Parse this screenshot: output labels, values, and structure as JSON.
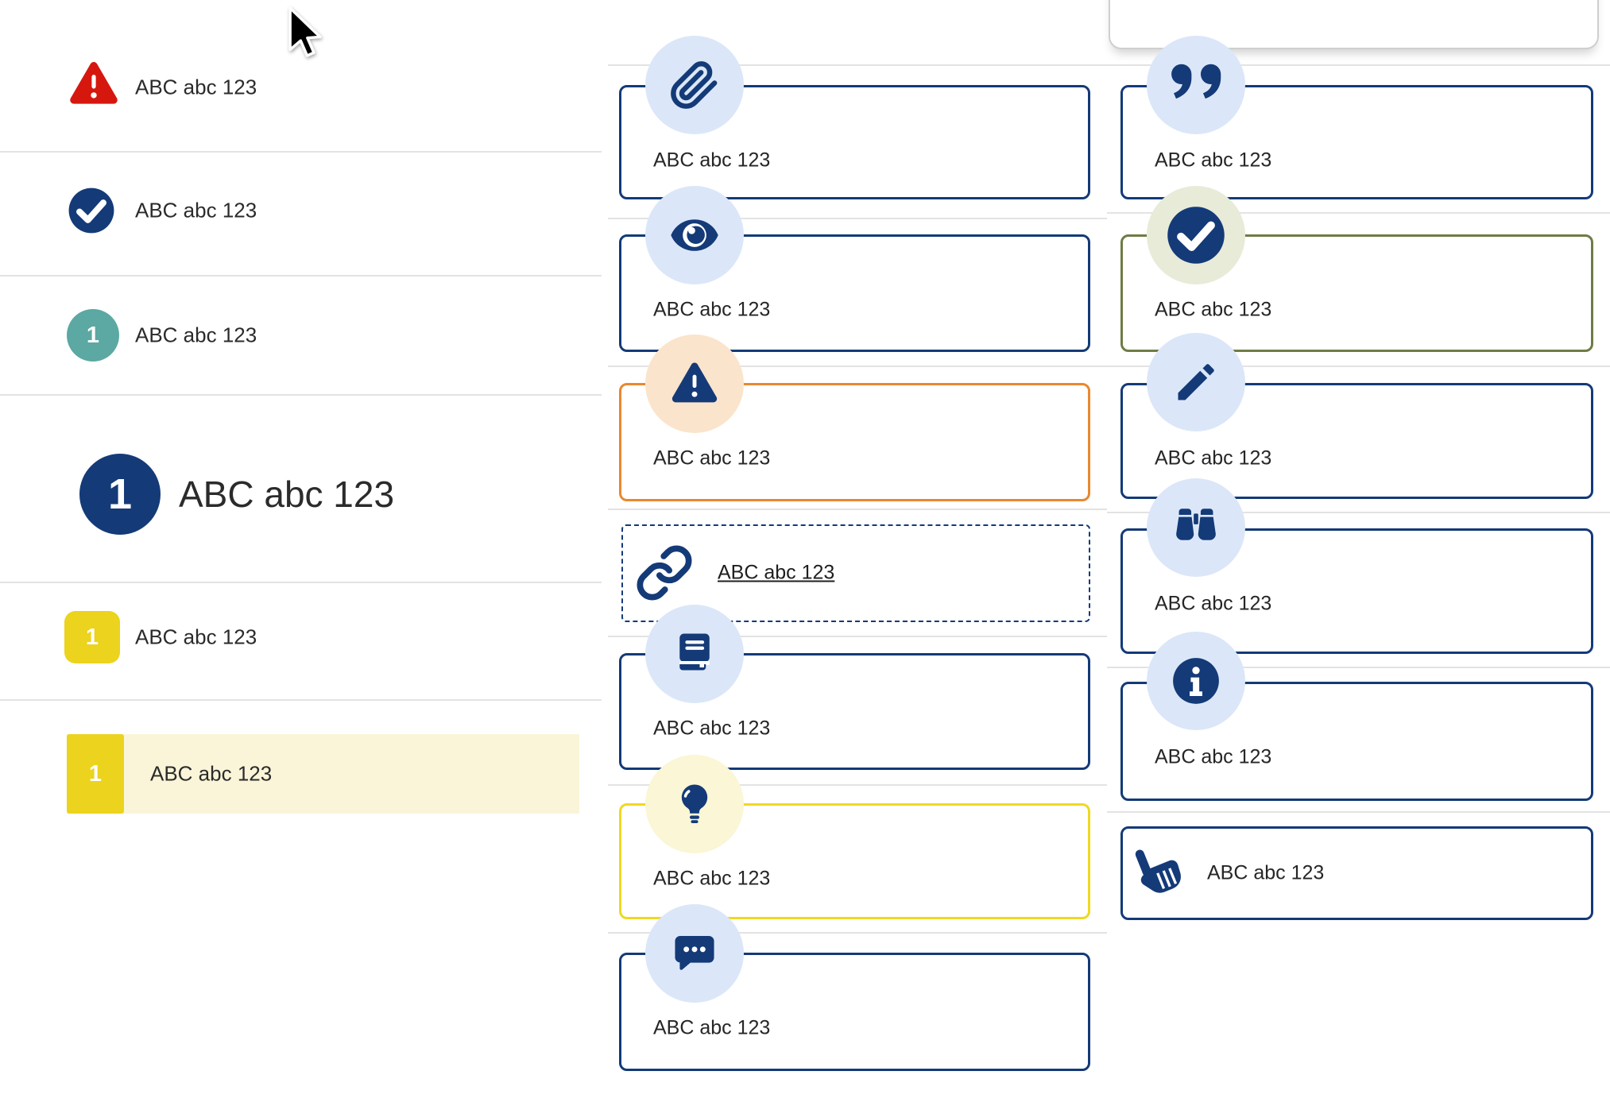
{
  "colors": {
    "navy": "#143a78",
    "light_blue_circle": "#dbe7f8",
    "orange_border": "#e9882f",
    "peach_circle": "#fbe4cc",
    "yellow_border": "#f0d821",
    "pale_yellow_circle": "#faf6d6",
    "yellow_marker": "#ecd31d",
    "pale_yellow_row": "#faf5d8",
    "olive_border": "#6e7c45",
    "sage_circle": "#e7ebd8",
    "teal_badge": "#5ca8a3",
    "red_alert": "#d6170e",
    "divider": "#e3e3e3",
    "text": "#2b2b2b"
  },
  "cursor": {
    "icon": "mouse-pointer-icon"
  },
  "top_right_card": {
    "note": "partially scrolled card edge, no text visible"
  },
  "left_list": {
    "items": [
      {
        "icon": "alert-triangle-icon",
        "style": "danger",
        "label": "ABC abc 123"
      },
      {
        "icon": "check-circle-icon",
        "style": "primary",
        "label": "ABC abc 123"
      },
      {
        "badge": "1",
        "style": "teal-step",
        "label": "ABC abc 123"
      },
      {
        "badge": "1",
        "style": "primary-step-large",
        "label": "ABC abc 123"
      },
      {
        "badge": "1",
        "style": "yellow-step",
        "label": "ABC abc 123"
      },
      {
        "badge": "1",
        "style": "yellow-step-highlighted",
        "label": "ABC abc 123"
      }
    ]
  },
  "middle_callouts": {
    "items": [
      {
        "icon": "paperclip-icon",
        "border": "navy",
        "label": "ABC abc 123"
      },
      {
        "icon": "eye-icon",
        "border": "navy",
        "label": "ABC abc 123"
      },
      {
        "icon": "alert-triangle-icon",
        "border": "orange",
        "label": "ABC abc 123"
      },
      {
        "icon": "link-icon",
        "border": "navy-dashed",
        "is_link": true,
        "label": "ABC abc 123"
      },
      {
        "icon": "book-icon",
        "border": "navy",
        "label": "ABC abc 123"
      },
      {
        "icon": "lightbulb-icon",
        "border": "yellow",
        "label": "ABC abc 123"
      },
      {
        "icon": "chat-bubble-icon",
        "border": "navy",
        "label": "ABC abc 123"
      }
    ]
  },
  "right_callouts": {
    "items": [
      {
        "icon": "quote-icon",
        "border": "navy",
        "label": "ABC abc 123"
      },
      {
        "icon": "check-circle-icon",
        "border": "olive",
        "label": "ABC abc 123"
      },
      {
        "icon": "pencil-icon",
        "border": "navy",
        "label": "ABC abc 123"
      },
      {
        "icon": "binoculars-icon",
        "border": "navy",
        "label": "ABC abc 123"
      },
      {
        "icon": "info-circle-icon",
        "border": "navy",
        "label": "ABC abc 123"
      },
      {
        "icon": "hand-point-up-icon",
        "border": "navy",
        "label": "ABC abc 123"
      }
    ]
  }
}
